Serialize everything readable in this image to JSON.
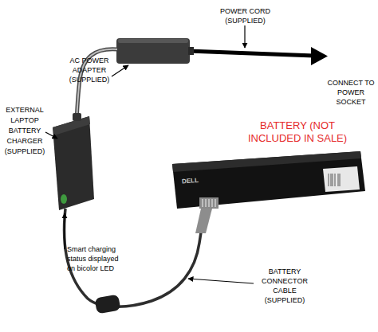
{
  "diagram": {
    "labels": [
      "POWER CORD (SUPPLIED)",
      "AC POWER ADAPTER (SUPPLIED)",
      "CONNECT TO POWER SOCKET",
      "EXTERNAL LAPTOP BATTERY CHARGER (SUPPLIED)",
      "BATTERY (NOT INCLUDED IN SALE)",
      "DELL",
      "Smart charging status displayed on bicolor LED",
      "BATTERY CONNECTOR CABLE (SUPPLIED)"
    ]
  }
}
